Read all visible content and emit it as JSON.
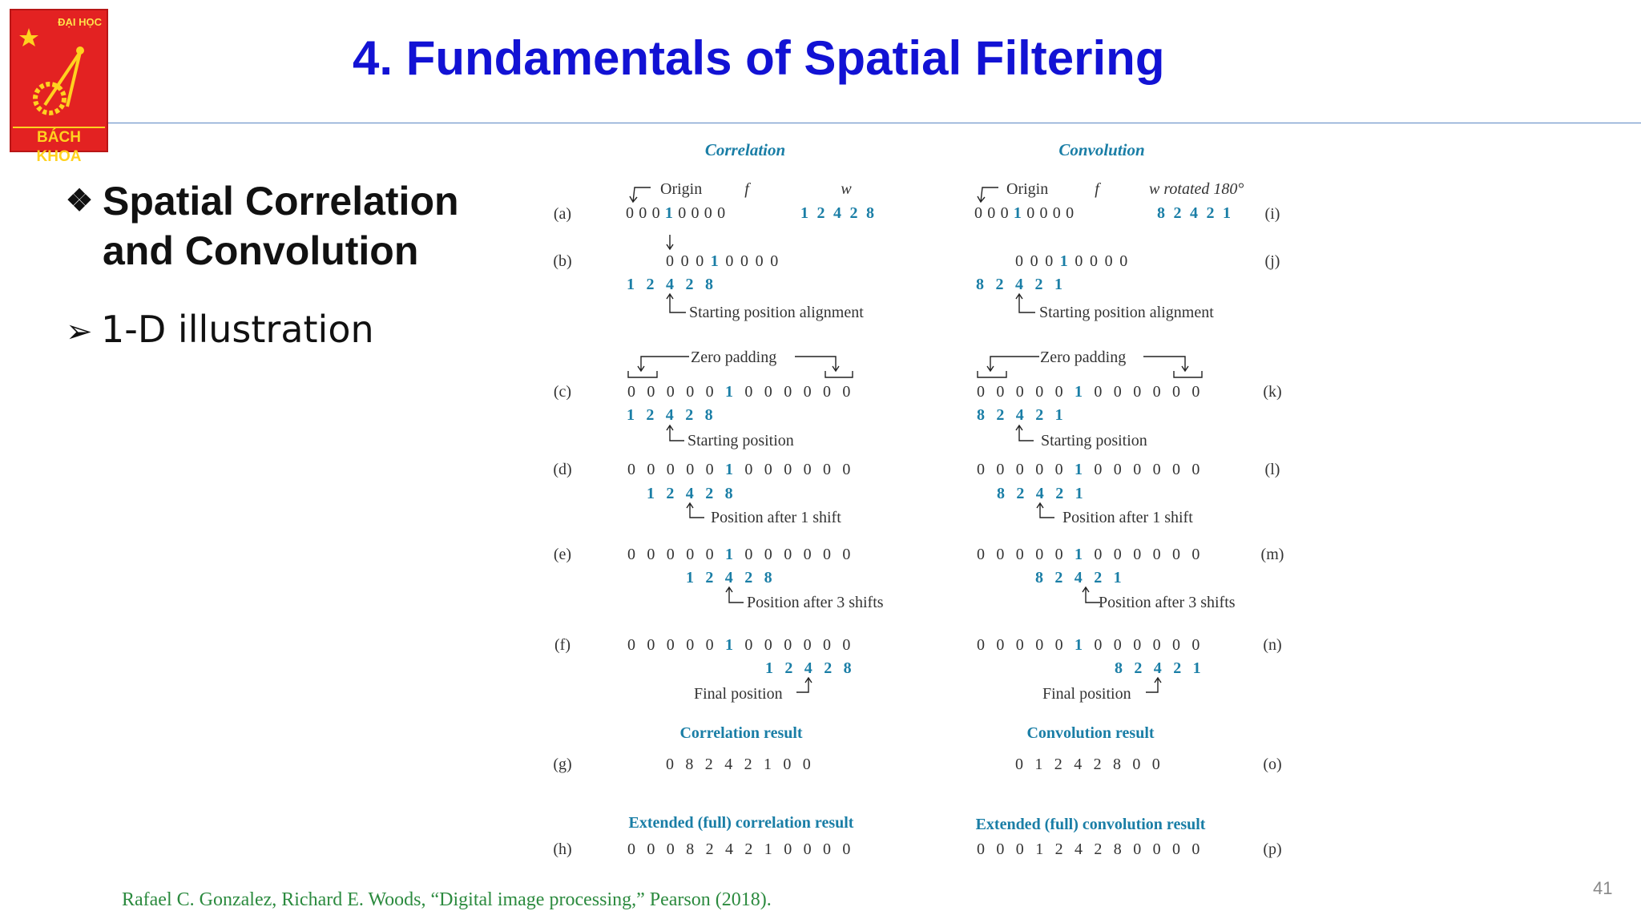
{
  "logo": {
    "top_text": "ĐẠI HỌC",
    "bottom_text": "BÁCH KHOA"
  },
  "slide": {
    "title": "4. Fundamentals of Spatial Filtering",
    "bullet_main_marker": "❖",
    "bullet_main": "Spatial Correlation and Convolution",
    "bullet_sub_marker": "➢",
    "bullet_sub": "1-D illustration",
    "reference": "Rafael C. Gonzalez, Richard E. Woods, “Digital image processing,” Pearson (2018).",
    "page_number": "41"
  },
  "figure": {
    "corr_header": "Correlation",
    "conv_header": "Convolution",
    "origin": "Origin",
    "f": "f",
    "w": "w",
    "w_rot": "w rotated 180°",
    "start_align": "Starting position alignment",
    "zero_pad": "Zero padding",
    "start_pos": "Starting position",
    "after1": "Position after 1 shift",
    "after3": "Position after 3 shifts",
    "final_pos": "Final position",
    "corr_result_title": "Correlation result",
    "conv_result_title": "Convolution result",
    "corr_full_title": "Extended (full) correlation result",
    "conv_full_title": "Extended (full) convolution result",
    "labels_left": [
      "(a)",
      "(b)",
      "(c)",
      "(d)",
      "(e)",
      "(f)",
      "(g)",
      "(h)"
    ],
    "labels_right": [
      "(i)",
      "(j)",
      "(k)",
      "(l)",
      "(m)",
      "(n)",
      "(o)",
      "(p)"
    ],
    "f_seq": [
      0,
      0,
      0,
      1,
      0,
      0,
      0,
      0
    ],
    "f_padded": [
      0,
      0,
      0,
      0,
      0,
      1,
      0,
      0,
      0,
      0,
      0,
      0
    ],
    "w_seq": [
      1,
      2,
      4,
      2,
      8
    ],
    "w_rot_seq": [
      8,
      2,
      4,
      2,
      1
    ],
    "corr_result": [
      0,
      8,
      2,
      4,
      2,
      1,
      0,
      0
    ],
    "conv_result": [
      0,
      1,
      2,
      4,
      2,
      8,
      0,
      0
    ],
    "corr_full": [
      0,
      0,
      0,
      8,
      2,
      4,
      2,
      1,
      0,
      0,
      0,
      0
    ],
    "conv_full": [
      0,
      0,
      0,
      1,
      2,
      4,
      2,
      8,
      0,
      0,
      0,
      0
    ]
  }
}
